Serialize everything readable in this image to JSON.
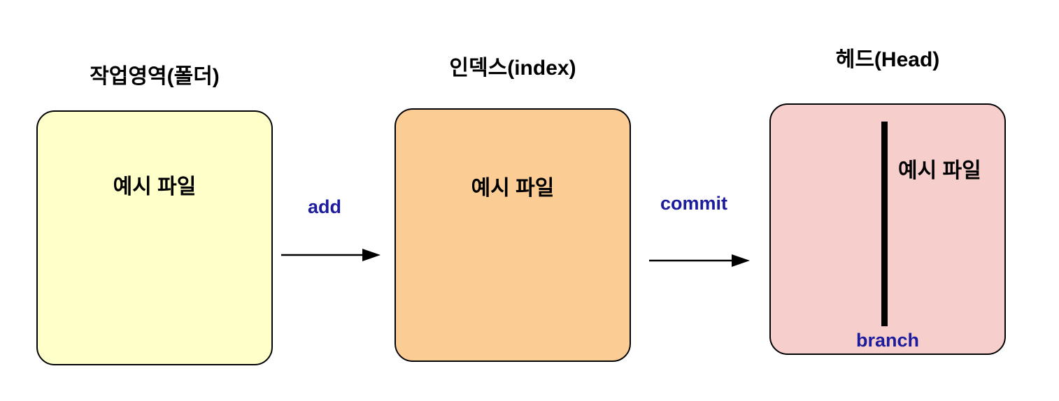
{
  "diagram": {
    "description_type": "git-staging-flow",
    "background_color": "#ffffff",
    "accent_text_color": "#1c1c9c",
    "border_color": "#000000",
    "stages": [
      {
        "id": "working-area",
        "title": "작업영역(폴더)",
        "file_label": "예시 파일",
        "fill": "#ffffc9"
      },
      {
        "id": "index",
        "title": "인덱스(index)",
        "file_label": "예시 파일",
        "fill": "#fbcc93"
      },
      {
        "id": "head",
        "title": "헤드(Head)",
        "file_label": "예시 파일",
        "fill": "#f6cfcd",
        "branch_label": "branch"
      }
    ],
    "arrows": [
      {
        "id": "add-arrow",
        "label": "add",
        "from": "working-area",
        "to": "index"
      },
      {
        "id": "commit-arrow",
        "label": "commit",
        "from": "index",
        "to": "head"
      }
    ]
  }
}
